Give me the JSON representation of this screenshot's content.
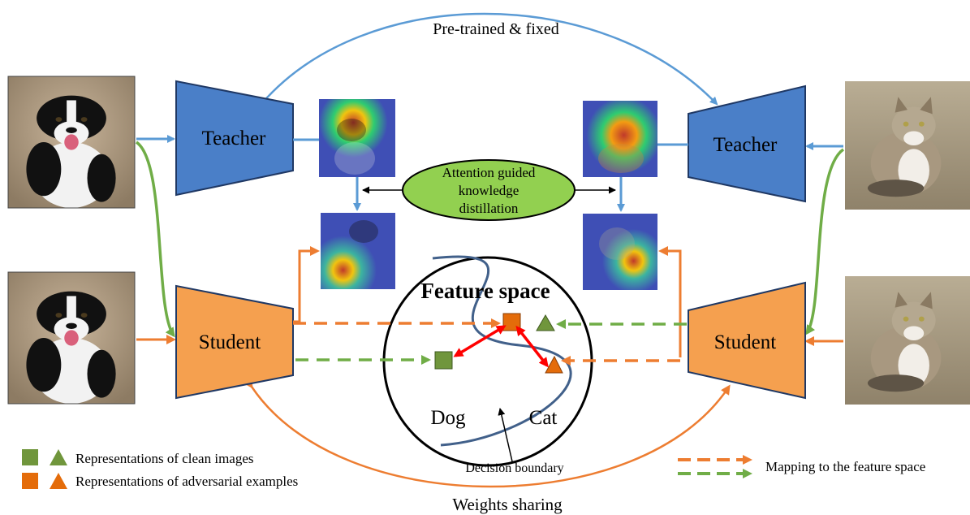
{
  "top_arc_label": "Pre-trained & fixed",
  "bottom_arc_label": "Weights sharing",
  "left": {
    "teacher_label": "Teacher",
    "student_label": "Student"
  },
  "right": {
    "teacher_label": "Teacher",
    "student_label": "Student"
  },
  "attention_label": [
    "Attention guided",
    "knowledge",
    "distillation"
  ],
  "feature_space": {
    "title": "Feature space",
    "class_left": "Dog",
    "class_right": "Cat",
    "boundary_label": "Decision boundary"
  },
  "legend": {
    "clean": "Representations of clean images",
    "adversarial": "Representations of adversarial examples",
    "mapping": "Mapping to the feature space"
  },
  "colors": {
    "teacher_fill": "#4a7fc8",
    "student_fill": "#f5a04f",
    "blue_arrow": "#5b9bd5",
    "orange": "#ed7d31",
    "green": "#70ad47",
    "clean_marker": "#70963c",
    "adv_marker": "#e46c0a",
    "ellipse_fill": "#92d050",
    "red_arrow": "#ff0000",
    "boundary": "#41608a"
  },
  "icons": [
    "dog-photo",
    "cat-photo",
    "attention-heatmap"
  ]
}
